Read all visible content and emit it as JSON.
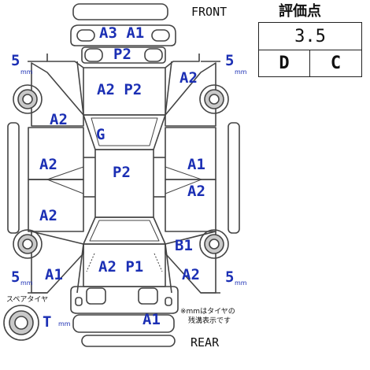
{
  "header": {
    "front_label": "FRONT",
    "rear_label": "REAR"
  },
  "score": {
    "title": "評価点",
    "overall": "3.5",
    "interior": "D",
    "exterior": "C"
  },
  "panels": {
    "front_bumper": "A3 A1",
    "front_lower": "P2",
    "hood": "A2 P2",
    "front_right_fender": "A2",
    "front_left_fender": "A2",
    "windshield": "G",
    "roof": "P2",
    "left_front_door": "A2",
    "left_rear_door": "A2",
    "right_front_door": "A1",
    "right_rear_door": "A2",
    "right_rear_pillar": "B1",
    "trunk": "A2 P1",
    "left_rear_fender": "A1",
    "right_rear_fender": "A2",
    "rear_bumper": "A1"
  },
  "tires": {
    "front_left_depth": "5",
    "front_right_depth": "5",
    "rear_left_depth": "5",
    "rear_right_depth": "5",
    "spare_depth": "T",
    "unit": "mm",
    "spare_label": "スペアタイヤ"
  },
  "notes": {
    "line1": "※mmはタイヤの",
    "line2": "残溝表示です"
  },
  "colors": {
    "label": "#1b2fb4",
    "line": "#444444"
  }
}
